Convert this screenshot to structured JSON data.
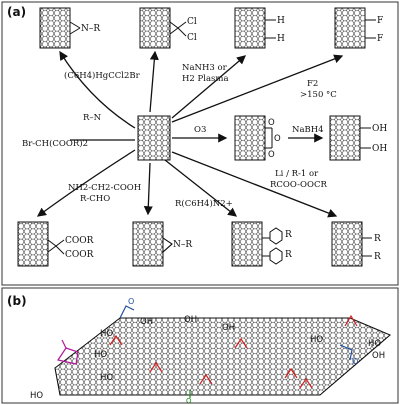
{
  "panels": {
    "a_label": "(a)",
    "b_label": "(b)"
  },
  "panel_a": {
    "groups": {
      "top_left": "N–R",
      "top_middle_1": "Cl",
      "top_middle_2": "Cl",
      "top_right_1": "H",
      "top_right_2": "H",
      "far_right_1": "F",
      "far_right_2": "F",
      "mid_right_1": "OH",
      "mid_right_2": "OH",
      "bottom_left_1": "COOR",
      "bottom_left_2": "COOR",
      "bottom_mid": "N–R",
      "bottom_r1": "R",
      "bottom_r2": "R",
      "bottom_far_1": "R",
      "bottom_far_2": "R"
    },
    "reagents": {
      "carbene": "(C6H4)HgCCl2Br",
      "nitrene": "R–N",
      "bingel": "Br-CH(COOR)2",
      "hydrogenation_1": "NaNH3 or",
      "hydrogenation_2": "H2 Plasma",
      "fluorination_1": "F2",
      "fluorination_2": ">150 °C",
      "ozone": "O3",
      "reduction": "NaBH4",
      "prato_1": "NH2-CH2-COOH",
      "prato_2": "R-CHO",
      "diazonium": "R(C6H4)N2+",
      "alkylation_1": "Li / R-1 or",
      "alkylation_2": "RCOO-OOCR"
    }
  },
  "panel_b": {
    "hydroxyl_labels": [
      "OH",
      "OH",
      "OH",
      "HO",
      "HO",
      "HO",
      "HO",
      "OH",
      "HO",
      "HO"
    ],
    "ketone_label": "O",
    "colors": {
      "epoxide": "#d62020",
      "carboxyl": "#1f4fa0",
      "lactone": "#b0189a",
      "carbonyl": "#1f8a1f",
      "framework": "#111111"
    }
  }
}
